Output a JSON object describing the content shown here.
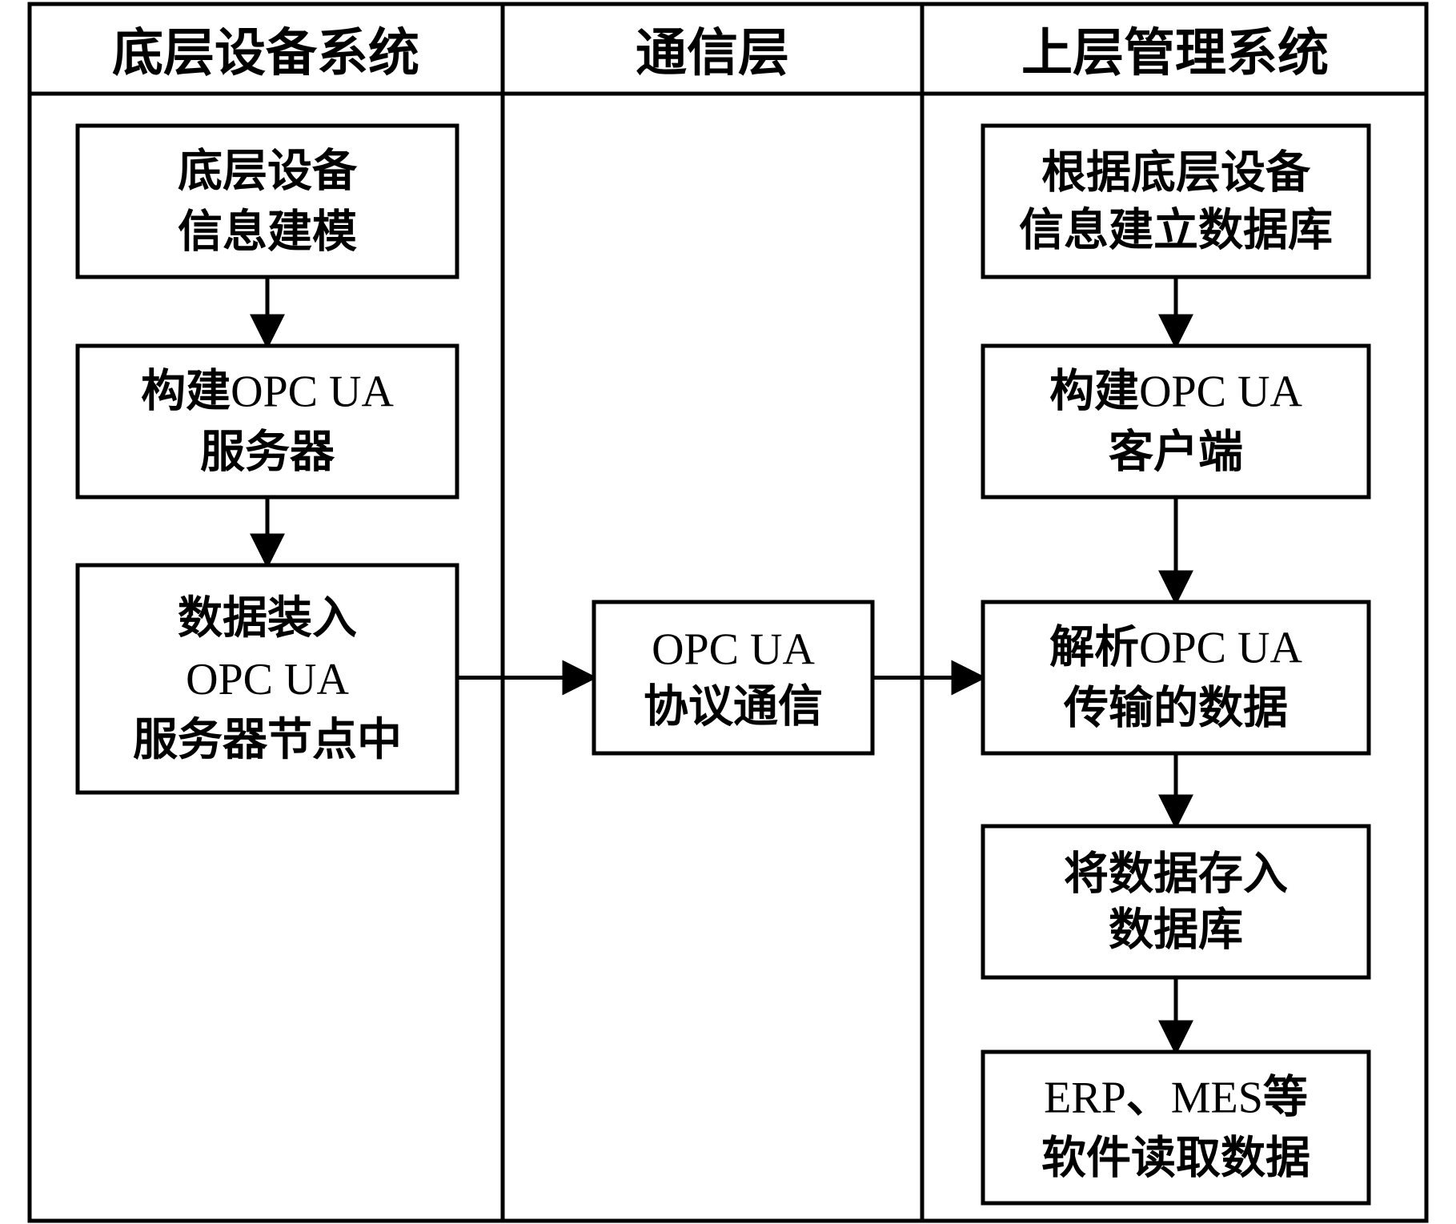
{
  "lanes": [
    {
      "id": "bottom",
      "title": "底层设备系统"
    },
    {
      "id": "comm",
      "title": "通信层"
    },
    {
      "id": "top",
      "title": "上层管理系统"
    }
  ],
  "nodes": {
    "modeling": {
      "lines": [
        "底层设备",
        "信息建模"
      ]
    },
    "build_server": {
      "lines": [
        "构建OPC UA",
        "服务器"
      ]
    },
    "load_data": {
      "lines": [
        "数据装入",
        "OPC UA",
        "服务器节点中"
      ]
    },
    "protocol": {
      "lines": [
        "OPC UA",
        "协议通信"
      ]
    },
    "build_db": {
      "lines": [
        "根据底层设备",
        "信息建立数据库"
      ]
    },
    "build_client": {
      "lines": [
        "构建OPC UA",
        "客户端"
      ]
    },
    "parse": {
      "lines": [
        "解析OPC UA",
        "传输的数据"
      ]
    },
    "store": {
      "lines": [
        "将数据存入",
        "数据库"
      ]
    },
    "read": {
      "lines": [
        "ERP、MES等",
        "软件读取数据"
      ]
    }
  },
  "edges": [
    [
      "modeling",
      "build_server"
    ],
    [
      "build_server",
      "load_data"
    ],
    [
      "load_data",
      "protocol"
    ],
    [
      "protocol",
      "parse"
    ],
    [
      "build_db",
      "build_client"
    ],
    [
      "build_client",
      "parse"
    ],
    [
      "parse",
      "store"
    ],
    [
      "store",
      "read"
    ]
  ]
}
